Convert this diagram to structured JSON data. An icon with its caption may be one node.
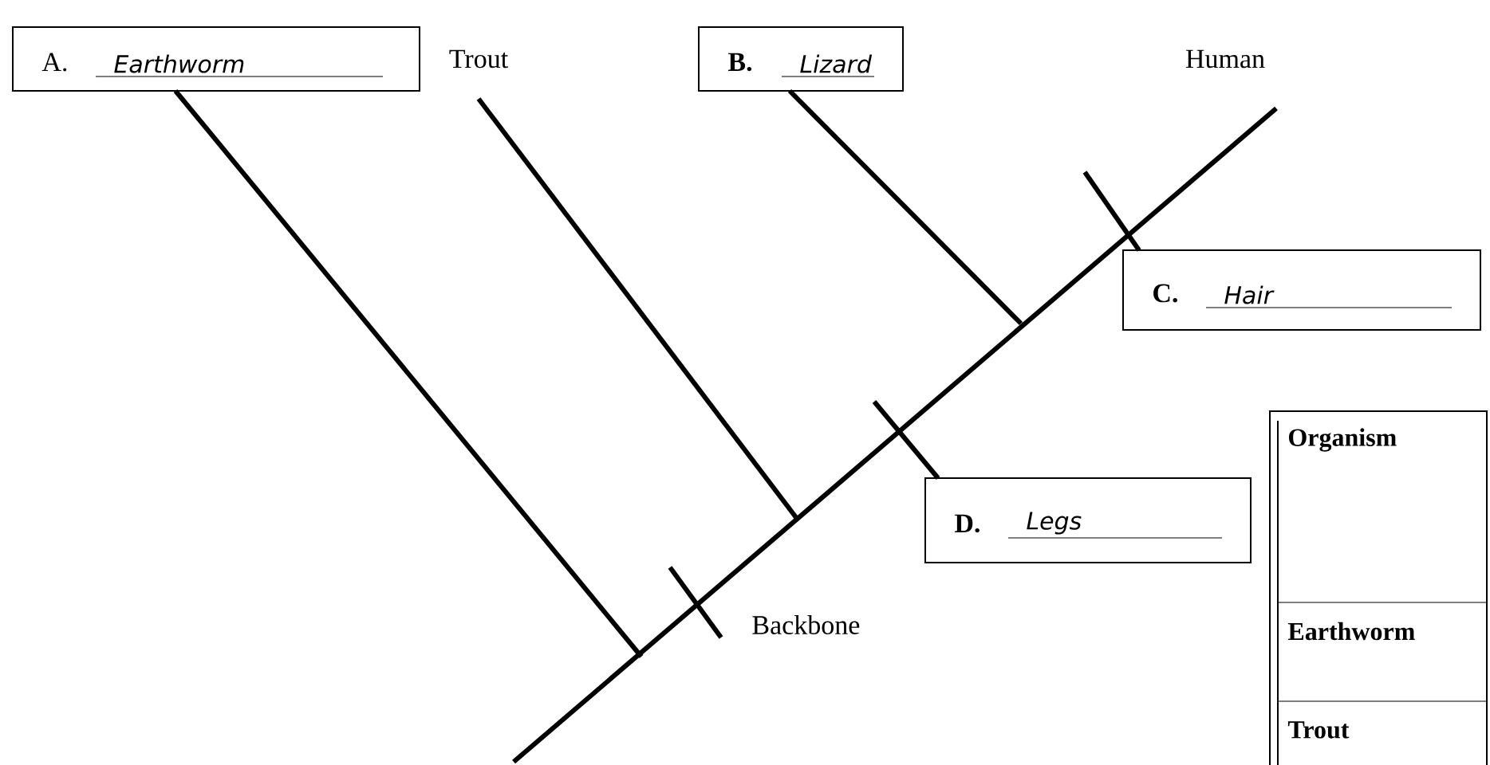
{
  "diagram": {
    "nodes": [
      {
        "text": [
          "A.",
          "Earthworm"
        ]
      },
      {
        "text": [
          "Trout"
        ]
      },
      {
        "text": [
          "B.",
          "Lizard"
        ]
      },
      {
        "text": [
          "Human"
        ]
      },
      {
        "text": [
          "C.",
          "Hair"
        ]
      },
      {
        "text": [
          "D.",
          "Legs"
        ]
      }
    ],
    "edges": [
      {
        "from": 0,
        "to": null,
        "arrow": "none"
      },
      {
        "from": 1,
        "to": null,
        "arrow": "none"
      },
      {
        "from": 2,
        "to": null,
        "arrow": "none"
      },
      {
        "from": null,
        "to": 3,
        "arrow": "none"
      },
      {
        "from": null,
        "to": 4,
        "arrow": "none"
      },
      {
        "from": null,
        "to": 5,
        "arrow": "none"
      }
    ],
    "labels": [
      "Backbone",
      "Organism",
      "Earthworm",
      "Trout"
    ]
  }
}
